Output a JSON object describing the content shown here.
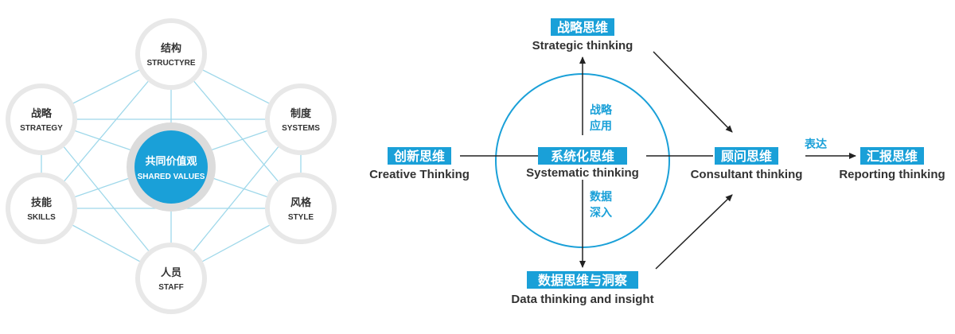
{
  "colors": {
    "accent": "#1aa0d8",
    "spoke": "#9fd8ea",
    "node_ring": "#e8e8e8",
    "text": "#333333",
    "arrow": "#222222",
    "center_text": "#ffffff"
  },
  "left_diagram": {
    "center": {
      "zh": "共同价值观",
      "en": "SHARED VALUES"
    },
    "nodes": [
      {
        "id": "structure",
        "zh": "结构",
        "en": "STRUCTYRE"
      },
      {
        "id": "systems",
        "zh": "制度",
        "en": "SYSTEMS"
      },
      {
        "id": "style",
        "zh": "风格",
        "en": "STYLE"
      },
      {
        "id": "staff",
        "zh": "人员",
        "en": "STAFF"
      },
      {
        "id": "skills",
        "zh": "技能",
        "en": "SKILLS"
      },
      {
        "id": "strategy",
        "zh": "战略",
        "en": "STRATEGY"
      }
    ]
  },
  "right_diagram": {
    "systematic": {
      "zh": "系统化思维",
      "en": "Systematic thinking"
    },
    "strategic": {
      "zh": "战略思维",
      "en": "Strategic thinking"
    },
    "creative": {
      "zh": "创新思维",
      "en": "Creative Thinking"
    },
    "data": {
      "zh": "数据思维与洞察",
      "en": "Data thinking and insight"
    },
    "consultant": {
      "zh": "顾问思维",
      "en": "Consultant thinking"
    },
    "reporting": {
      "zh": "汇报思维",
      "en": "Reporting thinking"
    },
    "edge_labels": {
      "strategy_app": [
        "战略",
        "应用"
      ],
      "data_deep": [
        "数据",
        "深入"
      ],
      "express": "表达"
    }
  }
}
